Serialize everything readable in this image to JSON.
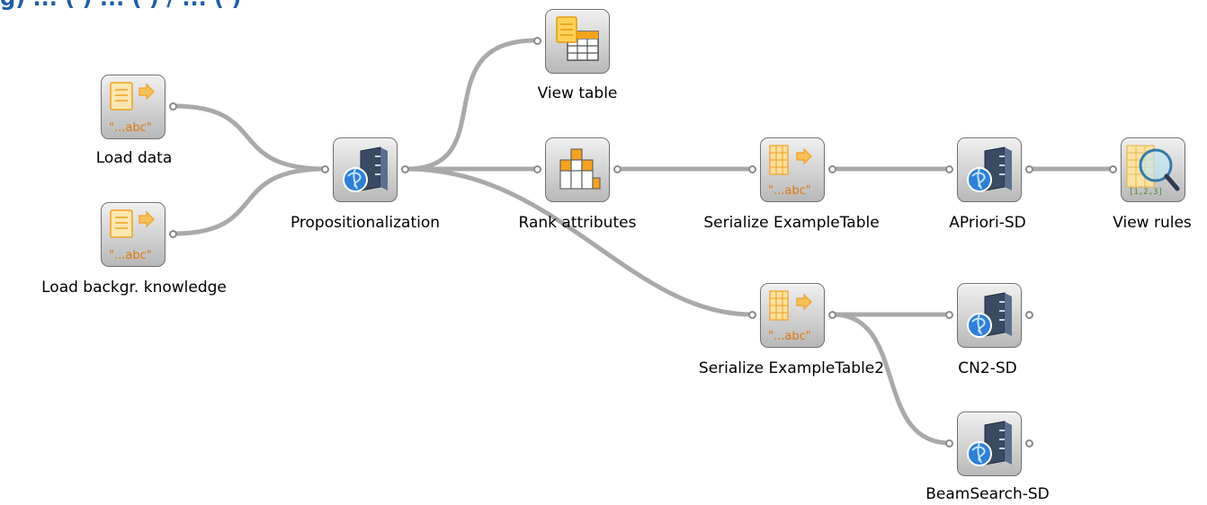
{
  "top_strip_text": "g) ... ( ) ... ( ) / ... ( )",
  "widgets": {
    "load_data": {
      "label": "Load data",
      "icon": "file-loader-icon"
    },
    "load_background": {
      "label": "Load backgr. knowledge",
      "icon": "file-loader-icon"
    },
    "propositionalization": {
      "label": "Propositionalization",
      "icon": "server-globe-icon"
    },
    "view_table": {
      "label": "View table",
      "icon": "table-view-icon"
    },
    "rank_attributes": {
      "label": "Rank attributes",
      "icon": "rank-bars-icon"
    },
    "serialize_table": {
      "label": "Serialize ExampleTable",
      "icon": "table-serialize-icon"
    },
    "serialize_table2": {
      "label": "Serialize ExampleTable2",
      "icon": "table-serialize-icon"
    },
    "apriori_sd": {
      "label": "APriori-SD",
      "icon": "server-globe-icon"
    },
    "cn2_sd": {
      "label": "CN2-SD",
      "icon": "server-globe-icon"
    },
    "beamsearch_sd": {
      "label": "BeamSearch-SD",
      "icon": "server-globe-icon"
    },
    "view_rules": {
      "label": "View rules",
      "icon": "magnifier-rules-icon"
    }
  },
  "icon_texts": {
    "abc": "\"...abc\"",
    "rules_list": "[1,2,3]"
  },
  "colors": {
    "connection": "#a9a9a9",
    "widget_border": "#6f6f6f",
    "accent_orange": "#f0a020",
    "label_text": "#000000"
  }
}
